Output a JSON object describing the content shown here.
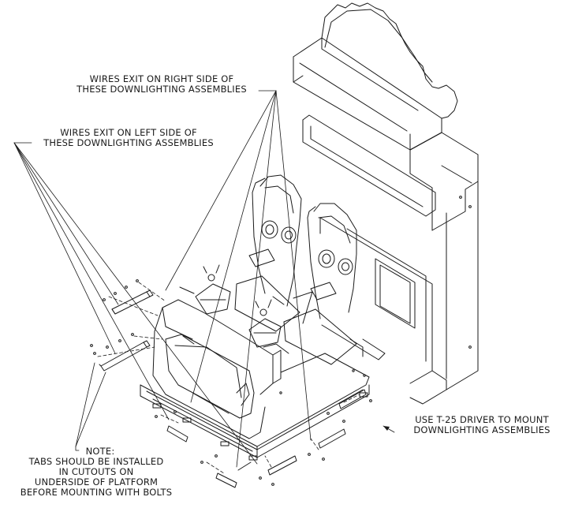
{
  "callouts": {
    "wires_right": {
      "line1": "WIRES EXIT ON RIGHT SIDE OF",
      "line2": "THESE DOWNLIGHTING ASSEMBLIES"
    },
    "wires_left": {
      "line1": "WIRES EXIT ON LEFT SIDE OF",
      "line2": "THESE DOWNLIGHTING ASSEMBLIES"
    },
    "driver": {
      "line1": "USE T-25 DRIVER TO MOUNT",
      "line2": "DOWNLIGHTING ASSEMBLIES"
    },
    "note": {
      "line1": "NOTE:",
      "line2": "TABS SHOULD BE INSTALLED",
      "line3": "IN CUTOUTS ON",
      "line4": "UNDERSIDE OF PLATFORM",
      "line5": "BEFORE MOUNTING WITH BOLTS"
    }
  },
  "colors": {
    "ink": "#1a1a1a",
    "background": "#ffffff"
  }
}
